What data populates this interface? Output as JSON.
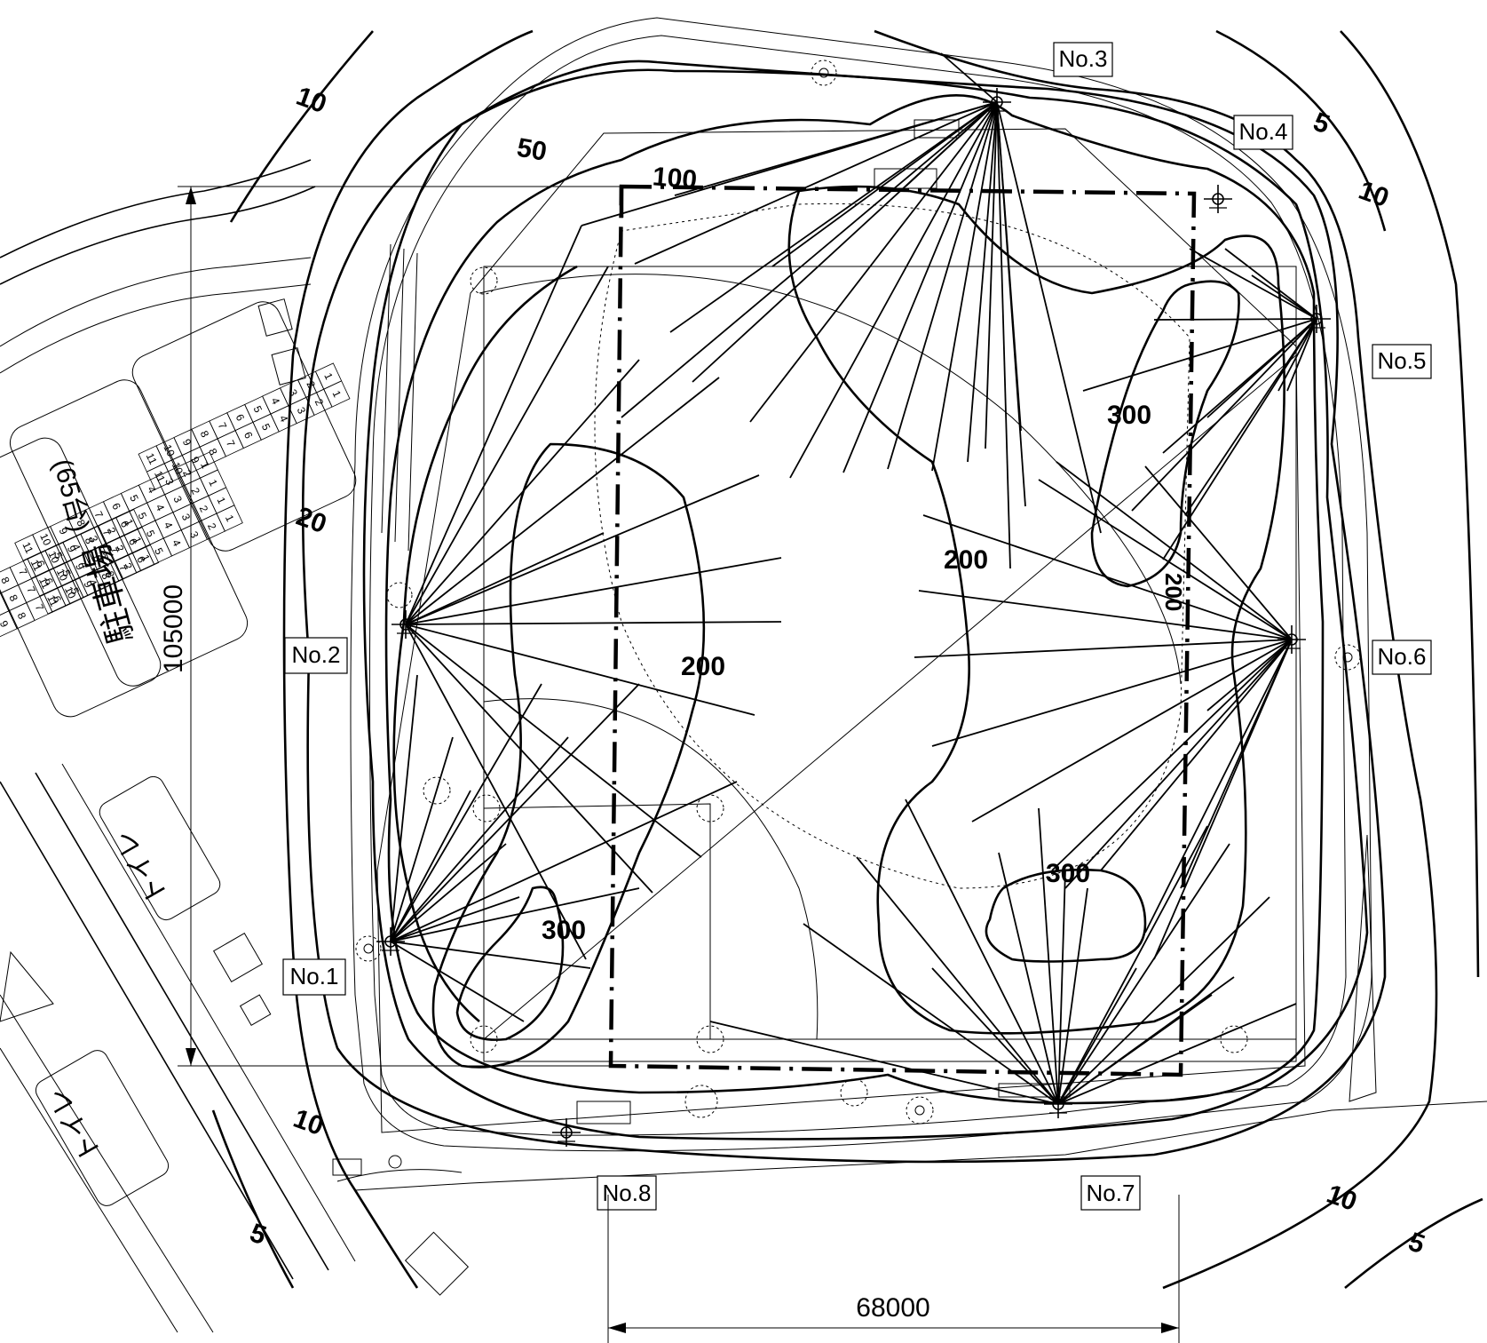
{
  "drawing": {
    "parking": {
      "title": "駐車場",
      "capacity": "(65台)",
      "stall_numbers": [
        "1",
        "2",
        "3",
        "4",
        "5",
        "6",
        "7",
        "8",
        "9",
        "10",
        "11"
      ]
    },
    "restroom_label": "トイレ",
    "dimensions": {
      "width": "68000",
      "height": "105000"
    },
    "poles": [
      "No.1",
      "No.2",
      "No.3",
      "No.4",
      "No.5",
      "No.6",
      "No.7",
      "No.8"
    ],
    "isolux_labels": [
      "5",
      "10",
      "20",
      "50",
      "100",
      "200",
      "300"
    ]
  }
}
